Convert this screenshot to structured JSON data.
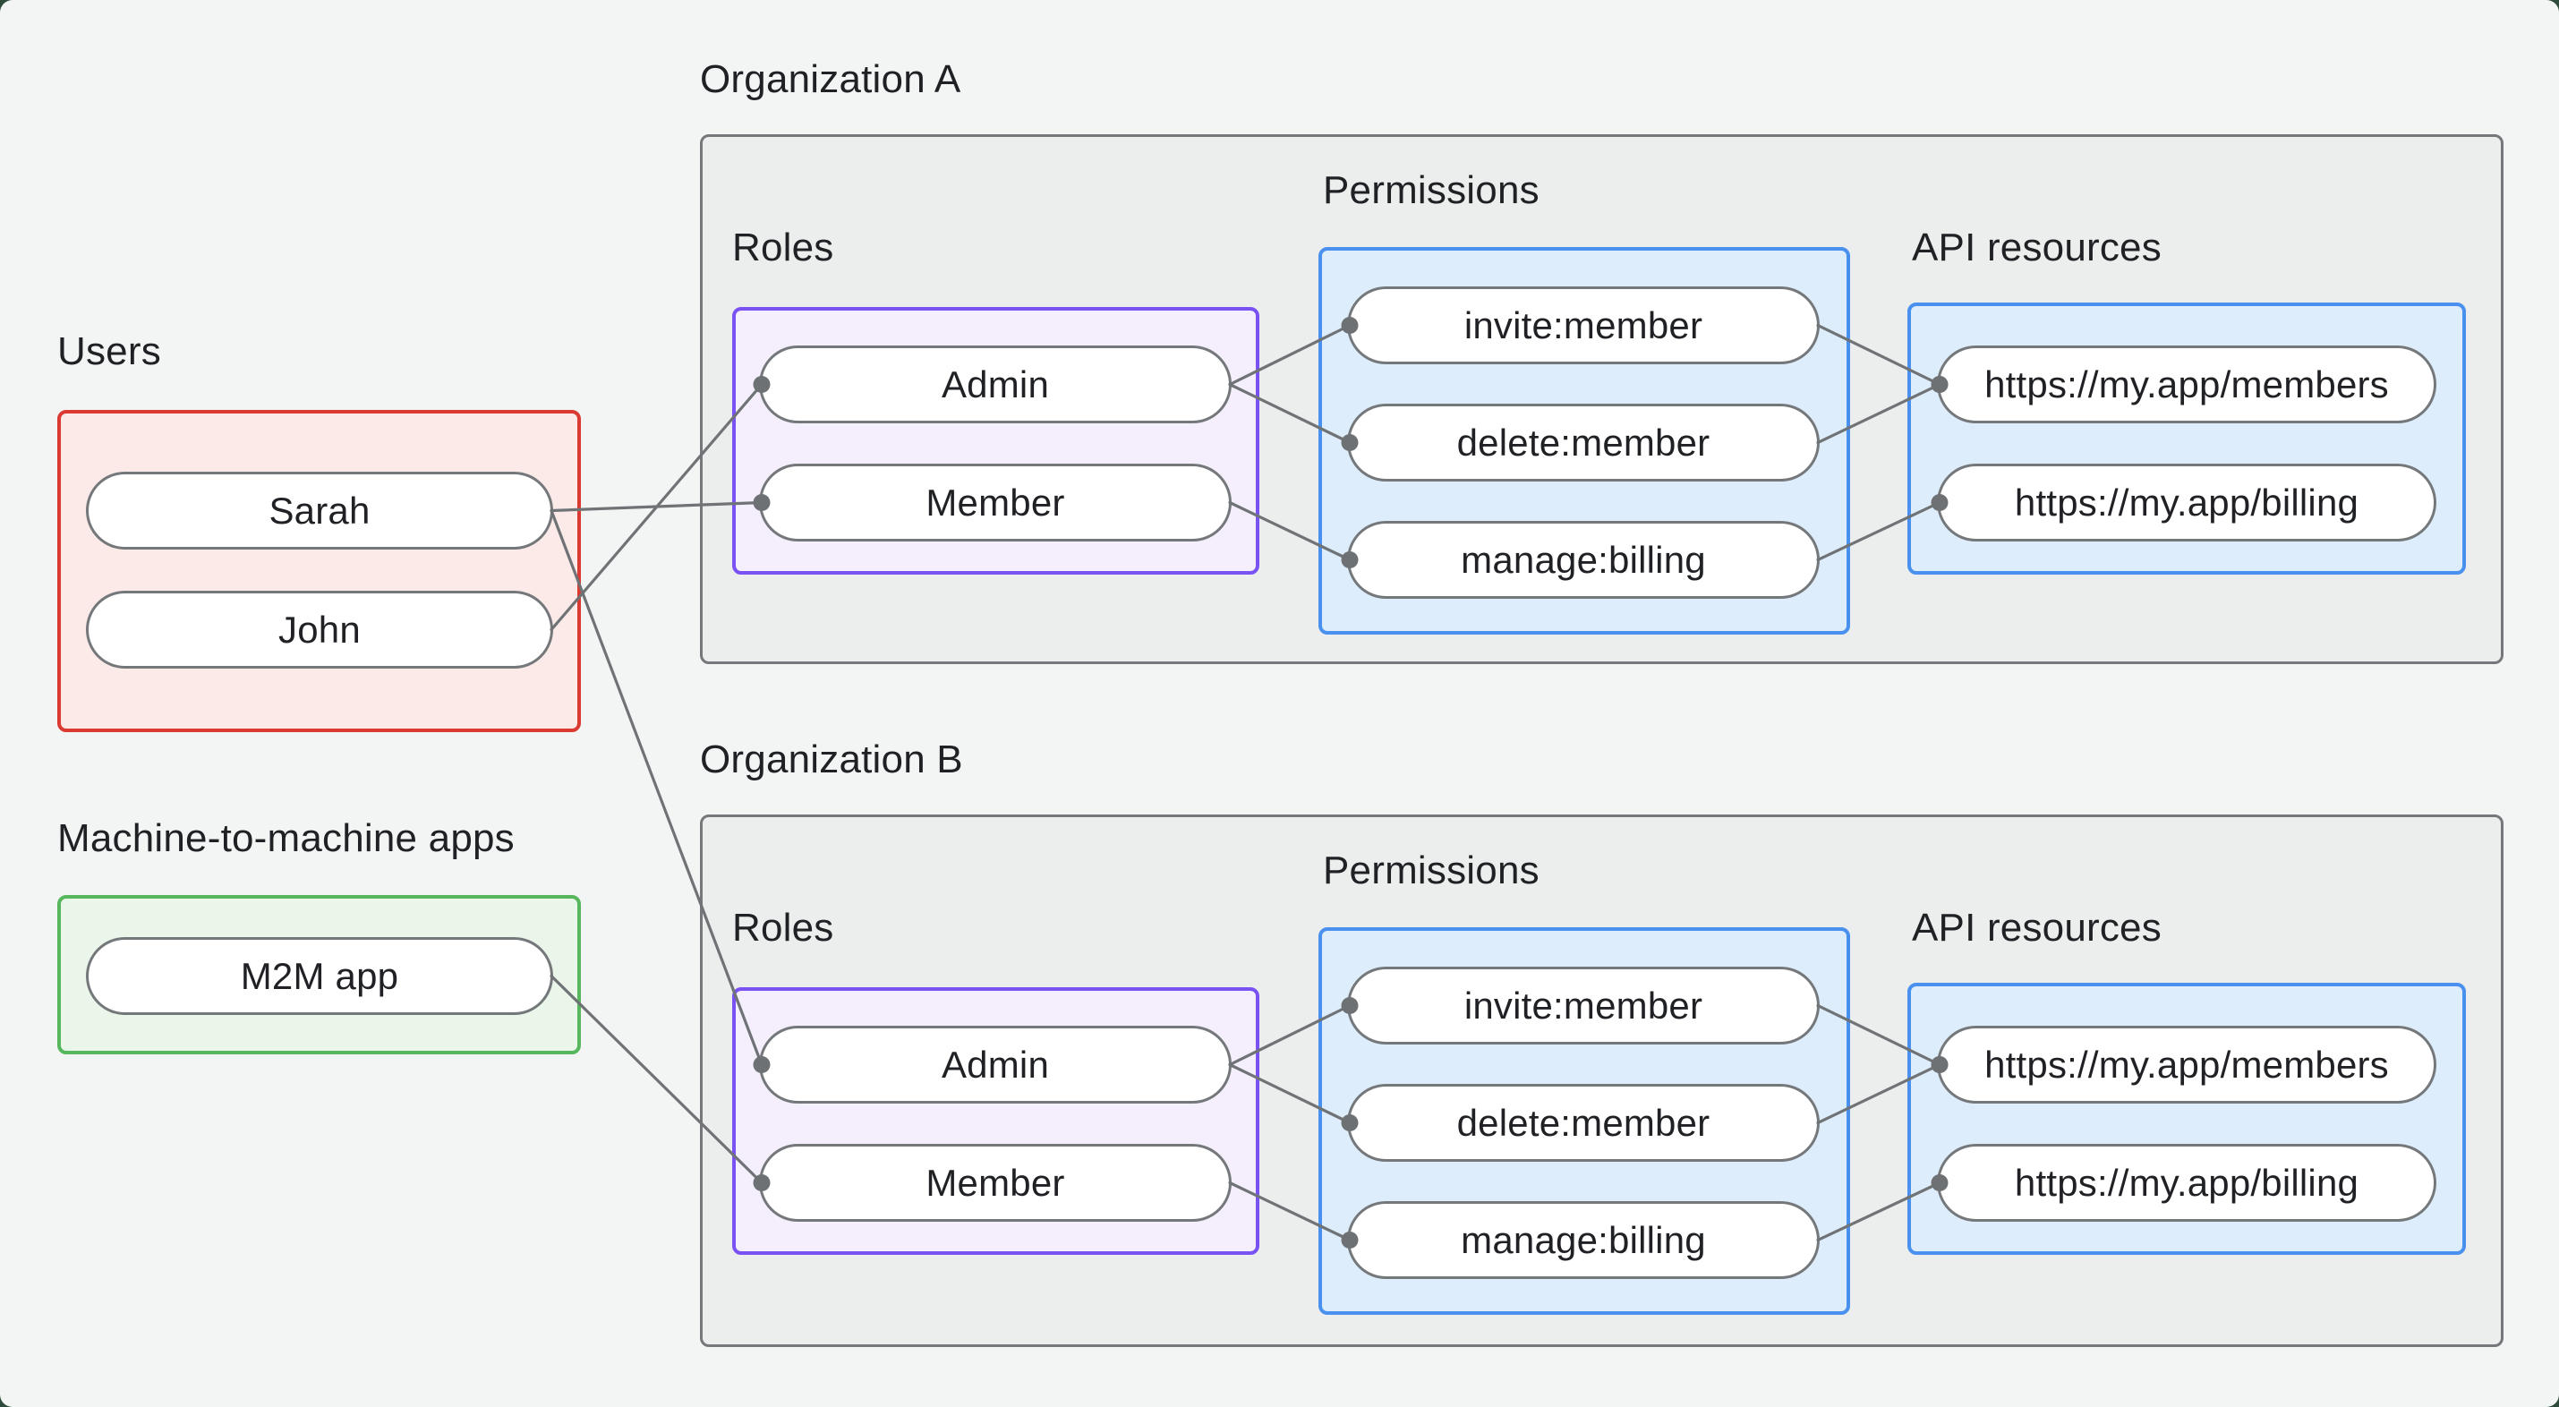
{
  "colors": {
    "background": "#f3f5f4",
    "frame": "#2e4b3c",
    "text": "#1f2124",
    "org_box_bg": "#ebeeec",
    "org_box_border": "#75787b",
    "users_box_bg": "#fceae8",
    "users_box_border": "#da3a31",
    "m2m_box_bg": "#e9f6e9",
    "m2m_box_border": "#57b75c",
    "roles_box_bg": "#f4eefd",
    "roles_box_border": "#7a52f4",
    "permissions_box_bg": "#ddedfb",
    "permissions_box_border": "#4a90ee",
    "api_box_bg": "#ddedfb",
    "api_box_border": "#4a90ee",
    "pill_bg": "#ffffff",
    "pill_border": "#75787b",
    "edge": "#6f7376",
    "dot": "#6d7174"
  },
  "diagram": {
    "sections": {
      "users": {
        "label": "Users"
      },
      "m2m": {
        "label": "Machine-to-machine apps"
      },
      "org_a": {
        "label": "Organization A",
        "roles_label": "Roles",
        "permissions_label": "Permissions",
        "api_label": "API resources"
      },
      "org_b": {
        "label": "Organization B",
        "roles_label": "Roles",
        "permissions_label": "Permissions",
        "api_label": "API resources"
      }
    },
    "nodes": {
      "sarah": {
        "label": "Sarah"
      },
      "john": {
        "label": "John"
      },
      "m2m_app": {
        "label": "M2M app"
      },
      "a_admin": {
        "label": "Admin"
      },
      "a_member": {
        "label": "Member"
      },
      "a_invite": {
        "label": "invite:member"
      },
      "a_delete": {
        "label": "delete:member"
      },
      "a_manage": {
        "label": "manage:billing"
      },
      "a_members": {
        "label": "https://my.app/members"
      },
      "a_billing": {
        "label": "https://my.app/billing"
      },
      "b_admin": {
        "label": "Admin"
      },
      "b_member": {
        "label": "Member"
      },
      "b_invite": {
        "label": "invite:member"
      },
      "b_delete": {
        "label": "delete:member"
      },
      "b_manage": {
        "label": "manage:billing"
      },
      "b_members": {
        "label": "https://my.app/members"
      },
      "b_billing": {
        "label": "https://my.app/billing"
      }
    },
    "edges": [
      {
        "from": "sarah",
        "to": "a_member"
      },
      {
        "from": "john",
        "to": "a_admin"
      },
      {
        "from": "sarah",
        "to": "b_admin"
      },
      {
        "from": "m2m_app",
        "to": "b_member"
      },
      {
        "from": "a_admin",
        "to": "a_invite"
      },
      {
        "from": "a_admin",
        "to": "a_delete"
      },
      {
        "from": "a_member",
        "to": "a_manage"
      },
      {
        "from": "a_invite",
        "to": "a_members"
      },
      {
        "from": "a_delete",
        "to": "a_members"
      },
      {
        "from": "a_manage",
        "to": "a_billing"
      },
      {
        "from": "b_admin",
        "to": "b_invite"
      },
      {
        "from": "b_admin",
        "to": "b_delete"
      },
      {
        "from": "b_member",
        "to": "b_manage"
      },
      {
        "from": "b_invite",
        "to": "b_members"
      },
      {
        "from": "b_delete",
        "to": "b_members"
      },
      {
        "from": "b_manage",
        "to": "b_billing"
      }
    ]
  }
}
